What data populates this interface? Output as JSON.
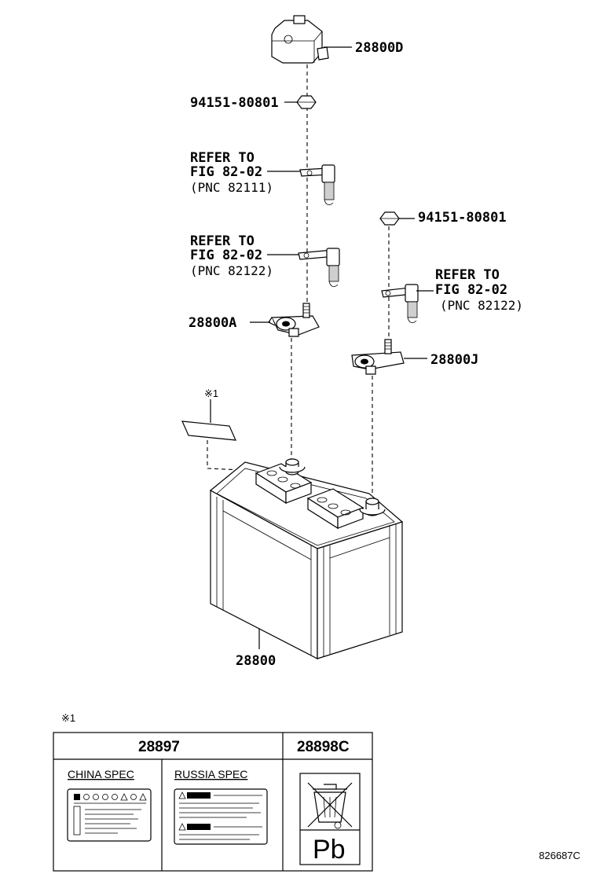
{
  "callouts": {
    "cover": "28800D",
    "nut_top": "94151-80801",
    "ref1_line1": "REFER TO",
    "ref1_line2": "FIG 82-02",
    "ref1_line3": "(PNC 82111)",
    "ref2_line1": "REFER TO",
    "ref2_line2": "FIG 82-02",
    "ref2_line3": "(PNC 82122)",
    "nut_right": "94151-80801",
    "ref3_line1": "REFER TO",
    "ref3_line2": "FIG 82-02",
    "ref3_line3": "(PNC 82122)",
    "clamp_pos": "28800A",
    "clamp_neg": "28800J",
    "label_mark": "※1",
    "battery": "28800"
  },
  "table": {
    "note_mark": "※1",
    "col1_part": "28897",
    "col2_part": "28898C",
    "china_spec": "CHINA SPEC",
    "russia_spec": "RUSSIA SPEC",
    "pb_text": "Pb"
  },
  "ref_code": "826687C"
}
